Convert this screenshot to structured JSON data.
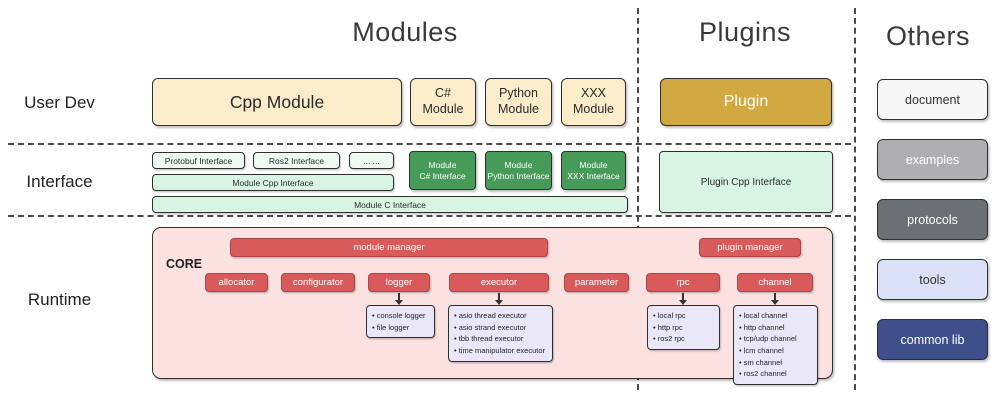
{
  "headers": {
    "modules": "Modules",
    "plugins": "Plugins",
    "others": "Others"
  },
  "row_labels": {
    "user_dev": "User Dev",
    "interface": "Interface",
    "runtime": "Runtime"
  },
  "user_dev": {
    "cpp_module": "Cpp Module",
    "csharp_module": "C#\nModule",
    "python_module": "Python\nModule",
    "xxx_module": "XXX\nModule",
    "plugin": "Plugin"
  },
  "interface": {
    "protobuf": "Protobuf Interface",
    "ros2": "Ros2 Interface",
    "ellipsis": "... ...",
    "module_cpp": "Module Cpp Interface",
    "module_c": "Module C Interface",
    "module_csharp": "Module\nC# Interface",
    "module_python": "Module\nPython Interface",
    "module_xxx": "Module\nXXX Interface",
    "plugin_cpp": "Plugin Cpp Interface"
  },
  "runtime": {
    "core": "CORE",
    "module_manager": "module manager",
    "plugin_manager": "plugin manager",
    "components": [
      "allocator",
      "configurator",
      "logger",
      "executor",
      "parameter",
      "rpc",
      "channel"
    ],
    "logger_impls": [
      "console logger",
      "file logger"
    ],
    "executor_impls": [
      "asio thread executor",
      "asio strand executor",
      "tbb thread executor",
      "time manipulator executor"
    ],
    "rpc_impls": [
      "local rpc",
      "http rpc",
      "ros2 rpc"
    ],
    "channel_impls": [
      "local channel",
      "http channel",
      "tcp/udp channel",
      "lcm channel",
      "sm channel",
      "ros2 channel"
    ]
  },
  "others": {
    "items": [
      "document",
      "examples",
      "protocols",
      "tools",
      "common lib"
    ]
  },
  "colors": {
    "cream": "#FBEDC9",
    "gold": "#D1A940",
    "pale_green": "#EDFBF3",
    "green_fill": "#D8F5E4",
    "dark_green": "#479B58",
    "core_pink": "#FBE2E1",
    "red": "#D85A5A",
    "lavender": "#EAE7F9",
    "navy": "#3E4F8C"
  }
}
